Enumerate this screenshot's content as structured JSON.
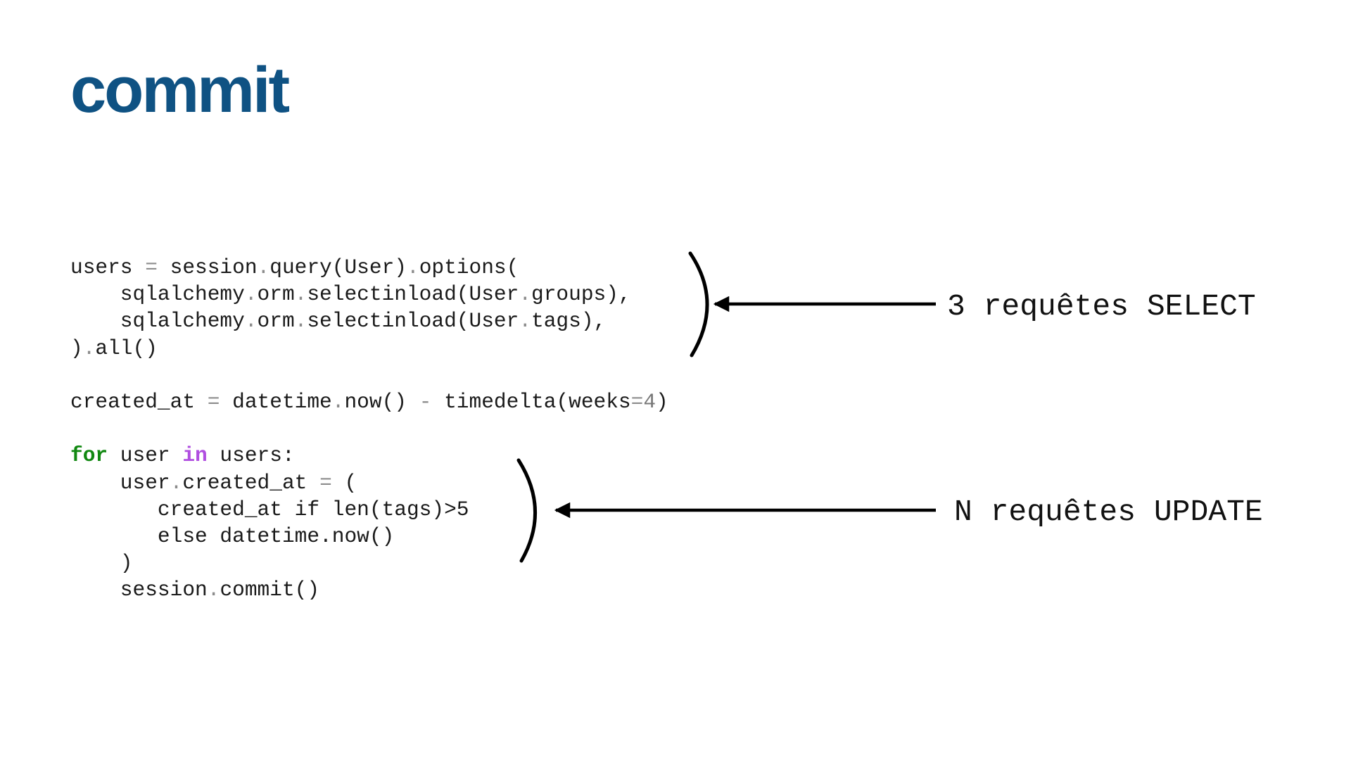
{
  "slide": {
    "title": "commit",
    "code_lines": [
      [
        [
          "t",
          "users "
        ],
        [
          "p",
          "="
        ],
        [
          "t",
          " session"
        ],
        [
          "p",
          "."
        ],
        [
          "t",
          "query(User)"
        ],
        [
          "p",
          "."
        ],
        [
          "t",
          "options("
        ]
      ],
      [
        [
          "t",
          "    sqlalchemy"
        ],
        [
          "p",
          "."
        ],
        [
          "t",
          "orm"
        ],
        [
          "p",
          "."
        ],
        [
          "t",
          "selectinload(User"
        ],
        [
          "p",
          "."
        ],
        [
          "t",
          "groups),"
        ]
      ],
      [
        [
          "t",
          "    sqlalchemy"
        ],
        [
          "p",
          "."
        ],
        [
          "t",
          "orm"
        ],
        [
          "p",
          "."
        ],
        [
          "t",
          "selectinload(User"
        ],
        [
          "p",
          "."
        ],
        [
          "t",
          "tags),"
        ]
      ],
      [
        [
          "t",
          ")"
        ],
        [
          "p",
          "."
        ],
        [
          "t",
          "all()"
        ]
      ],
      [],
      [
        [
          "t",
          "created_at "
        ],
        [
          "p",
          "="
        ],
        [
          "t",
          " datetime"
        ],
        [
          "p",
          "."
        ],
        [
          "t",
          "now() "
        ],
        [
          "p",
          "-"
        ],
        [
          "t",
          " timedelta(weeks"
        ],
        [
          "p",
          "="
        ],
        [
          "n",
          "4"
        ],
        [
          "t",
          ")"
        ]
      ],
      [],
      [
        [
          "for",
          "for"
        ],
        [
          "t",
          " user "
        ],
        [
          "in",
          "in"
        ],
        [
          "t",
          " users:"
        ]
      ],
      [
        [
          "t",
          "    user"
        ],
        [
          "p",
          "."
        ],
        [
          "t",
          "created_at "
        ],
        [
          "p",
          "="
        ],
        [
          "t",
          " ("
        ]
      ],
      [
        [
          "t",
          "       created_at if len(tags)>5"
        ]
      ],
      [
        [
          "t",
          "       else datetime.now()"
        ]
      ],
      [
        [
          "t",
          "    )"
        ]
      ],
      [
        [
          "t",
          "    session"
        ],
        [
          "p",
          "."
        ],
        [
          "t",
          "commit()"
        ]
      ]
    ],
    "annotations": {
      "select": "3 requêtes SELECT",
      "update": "N requêtes UPDATE"
    },
    "colors": {
      "title": "#0f5283",
      "keyword_for": "#118811",
      "keyword_in": "#b04ee0",
      "punctuation": "#8c8c8c"
    }
  }
}
